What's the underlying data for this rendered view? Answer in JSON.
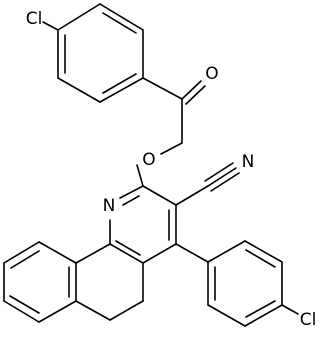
{
  "structure": {
    "atom_labels": {
      "cl_top": "Cl",
      "o_ketone": "O",
      "o_ether": "O",
      "n_nitrile": "N",
      "n_ring": "N",
      "cl_bottom": "Cl"
    },
    "colors": {
      "bond": "#000000",
      "label": "#000000",
      "background": "#ffffff"
    }
  }
}
